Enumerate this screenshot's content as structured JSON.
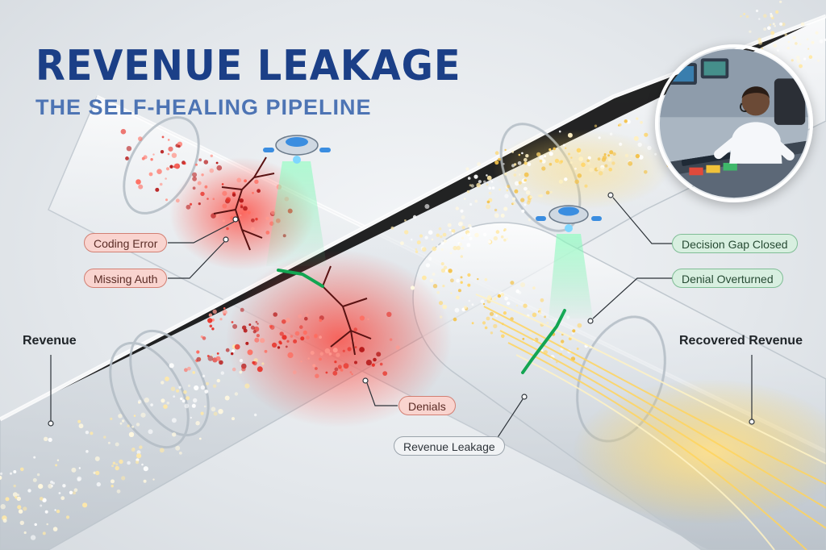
{
  "title": "REVENUE LEAKAGE",
  "subtitle": "THE SELF-HEALING PIPELINE",
  "labels": {
    "coding_error": "Coding Error",
    "missing_auth": "Missing Auth",
    "revenue": "Revenue",
    "denials": "Denials",
    "revenue_leakage": "Revenue Leakage",
    "decision_gap_closed": "Decision Gap Closed",
    "denial_overturned": "Denial Overturned",
    "recovered_revenue": "Recovered Revenue"
  },
  "colors": {
    "title": "#1b3f87",
    "subtitle": "#4d74b4",
    "leak": "#d9302a",
    "fix": "#2ecc71",
    "gold": "#f3c24b",
    "drone": "#3a8de0"
  },
  "icons": [
    "drone-icon",
    "crack-icon",
    "operator-icon"
  ]
}
